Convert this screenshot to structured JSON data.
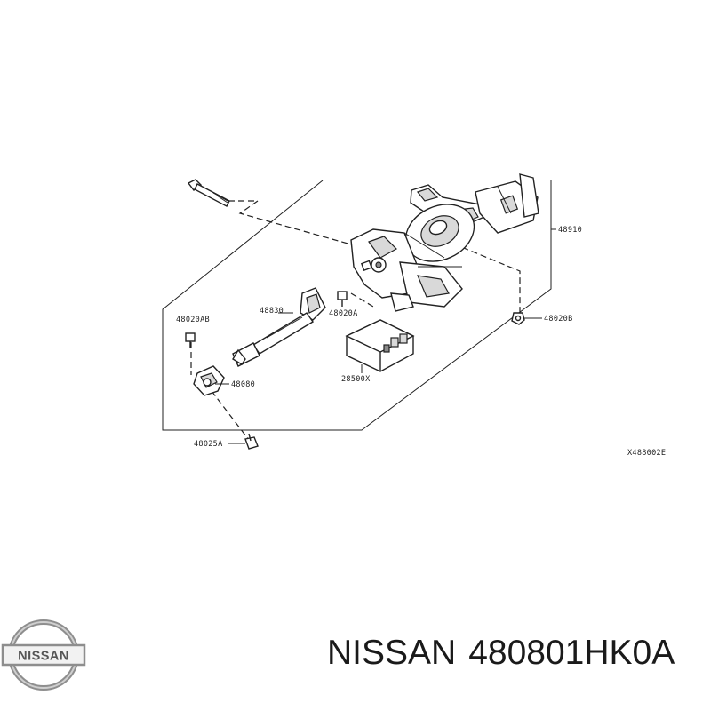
{
  "diagram": {
    "callouts": {
      "p48910": "48910",
      "p48830": "48830",
      "p48020AB": "48020AB",
      "p48020A": "48020A",
      "p48020B": "48020B",
      "p48080": "48080",
      "p28500X": "28500X",
      "p48025A": "48025A",
      "ref": "X488002E"
    }
  },
  "logo": {
    "text": "NISSAN"
  },
  "footer": {
    "brand": "NISSAN",
    "part_number": "480801HK0A"
  }
}
